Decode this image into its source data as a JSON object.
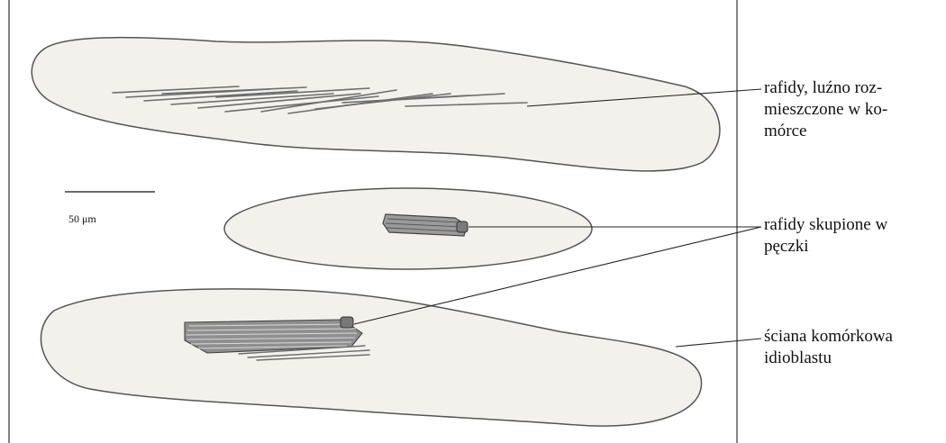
{
  "scale_bar": {
    "label": "50 μm"
  },
  "annotations": {
    "loose_raphides": [
      "rafidy, luźno roz-",
      "mieszczone w ko-",
      "mórce"
    ],
    "bundled_raphides": [
      "rafidy skupione w",
      "pęczki"
    ],
    "cell_wall": [
      "ściana komórkowa",
      "idioblastu"
    ]
  },
  "colors": {
    "cell_fill": "#f2f1ec",
    "outline": "#555555",
    "crystal": "#6d6d6d",
    "frame": "#333333"
  }
}
